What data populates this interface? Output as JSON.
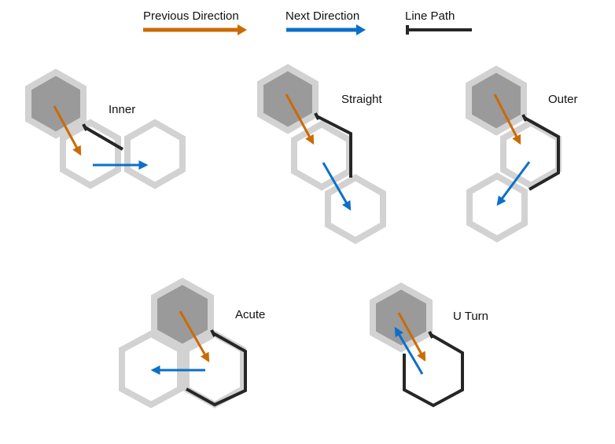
{
  "legend": {
    "previous": "Previous Direction",
    "next": "Next Direction",
    "path": "Line Path"
  },
  "colors": {
    "previous": "#cc6a00",
    "next": "#0c6fcb",
    "path": "#262626",
    "hex_fill_dark": "#9a9a9a",
    "hex_stroke": "#d2d2d2"
  },
  "cases": {
    "inner": "Inner",
    "straight": "Straight",
    "outer": "Outer",
    "acute": "Acute",
    "uturn": "U Turn"
  }
}
